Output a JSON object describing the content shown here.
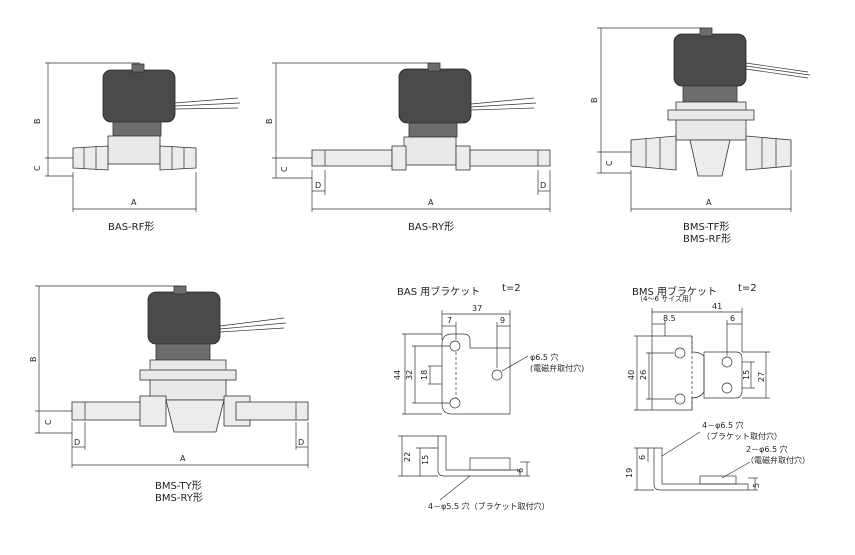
{
  "views": {
    "bas_rf": {
      "caption": "BAS-RF形",
      "dims": {
        "A": "A",
        "B": "B",
        "C": "C"
      }
    },
    "bas_ry": {
      "caption": "BAS-RY形",
      "dims": {
        "A": "A",
        "B": "B",
        "C": "C",
        "D": "D"
      }
    },
    "bms_tf": {
      "caption_line1": "BMS-TF形",
      "caption_line2": "BMS-RF形",
      "dims": {
        "A": "A",
        "B": "B",
        "C": "C"
      }
    },
    "bms_ty": {
      "caption_line1": "BMS-TY形",
      "caption_line2": "BMS-RY形",
      "dims": {
        "A": "A",
        "B": "B",
        "C": "C",
        "D": "D"
      }
    }
  },
  "bas_bracket": {
    "title": "BAS 用ブラケット",
    "thickness": "t=2",
    "dims": {
      "width": "37",
      "left": "7",
      "right": "9",
      "h_outer": "44",
      "h_mid": "32",
      "h_inner": "18",
      "side_h": "22",
      "side_inner": "15",
      "foot": "6"
    },
    "note_hole": "φ6.5 穴",
    "note_hole_sub": "(電磁弁取付穴)",
    "note_bottom": "4－φ5.5 穴（ブラケット取付穴）"
  },
  "bms_bracket": {
    "title": "BMS 用ブラケット",
    "subtitle": "（4～6 サイズ用）",
    "thickness": "t=2",
    "dims": {
      "width": "41",
      "left": "8.5",
      "right": "6",
      "h_outer": "40",
      "h_inner": "26",
      "r_inner": "15",
      "r_outer": "27",
      "side_h": "19",
      "side_top": "6",
      "foot": "5"
    },
    "note_top": "4－φ6.5 穴",
    "note_top_sub": "（ブラケット取付穴）",
    "note_side": "2－φ6.5 穴",
    "note_side_sub": "（電磁弁取付穴）"
  }
}
